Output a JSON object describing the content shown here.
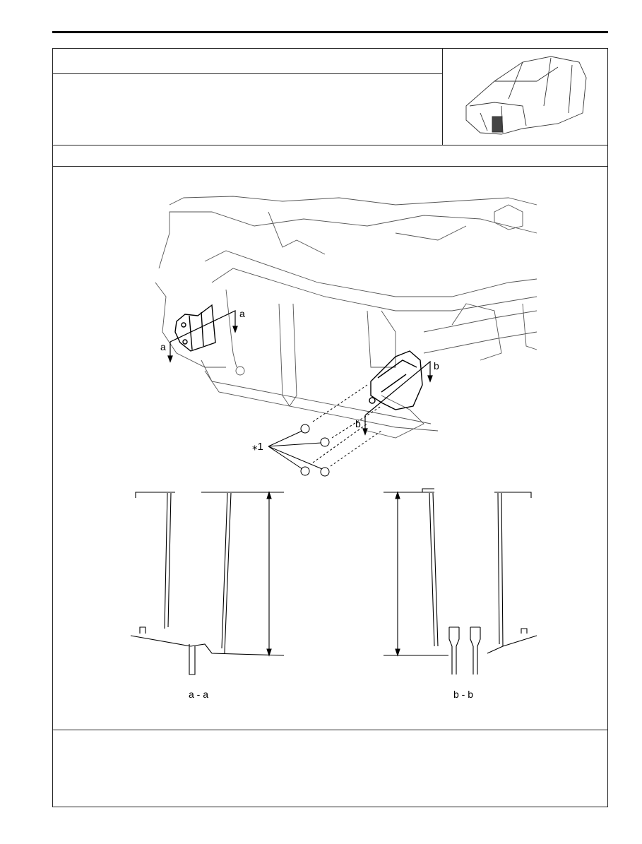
{
  "diagram": {
    "callouts": {
      "section_a_top": "a",
      "section_a_left": "a",
      "section_b_top": "b",
      "section_b_bottom": "b",
      "bolts": "⁎1"
    },
    "section_titles": {
      "a": "a - a",
      "b": "b - b"
    }
  },
  "thumbnail": {
    "icon": "car-body-shell-icon"
  }
}
